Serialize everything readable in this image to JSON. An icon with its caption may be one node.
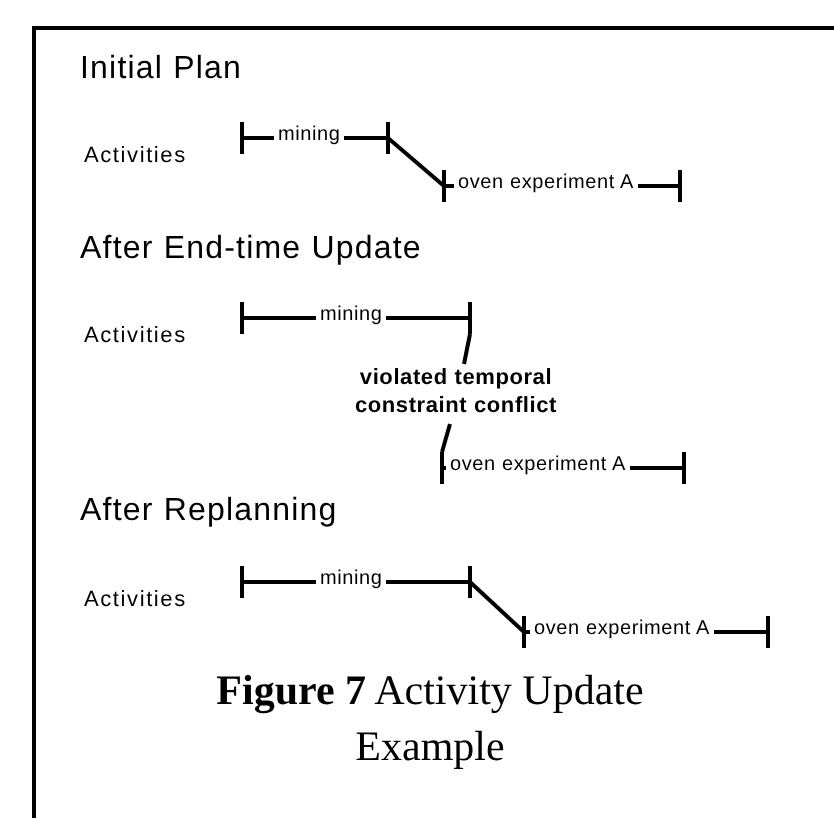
{
  "diagram": {
    "caption": "**Figure 7** Activity Update Example",
    "nodes": [
      {
        "text": [
          "mining"
        ]
      },
      {
        "text": [
          "oven experiment A"
        ]
      },
      {
        "text": [
          "mining"
        ]
      },
      {
        "text": [
          "violated temporal constraint conflict"
        ]
      },
      {
        "text": [
          "oven experiment A"
        ]
      },
      {
        "text": [
          "mining"
        ]
      },
      {
        "text": [
          "oven experiment A"
        ]
      }
    ],
    "edges": [
      {
        "from": 0,
        "to": 1,
        "arrow": "none"
      },
      {
        "from": 2,
        "to": 3,
        "arrow": "none"
      },
      {
        "from": 3,
        "to": 4,
        "arrow": "none"
      },
      {
        "from": 5,
        "to": 6,
        "arrow": "none"
      }
    ],
    "labels": [
      "Initial Plan",
      "Activities",
      "After End-time Update",
      "Activities",
      "After Replanning",
      "Activities"
    ]
  }
}
